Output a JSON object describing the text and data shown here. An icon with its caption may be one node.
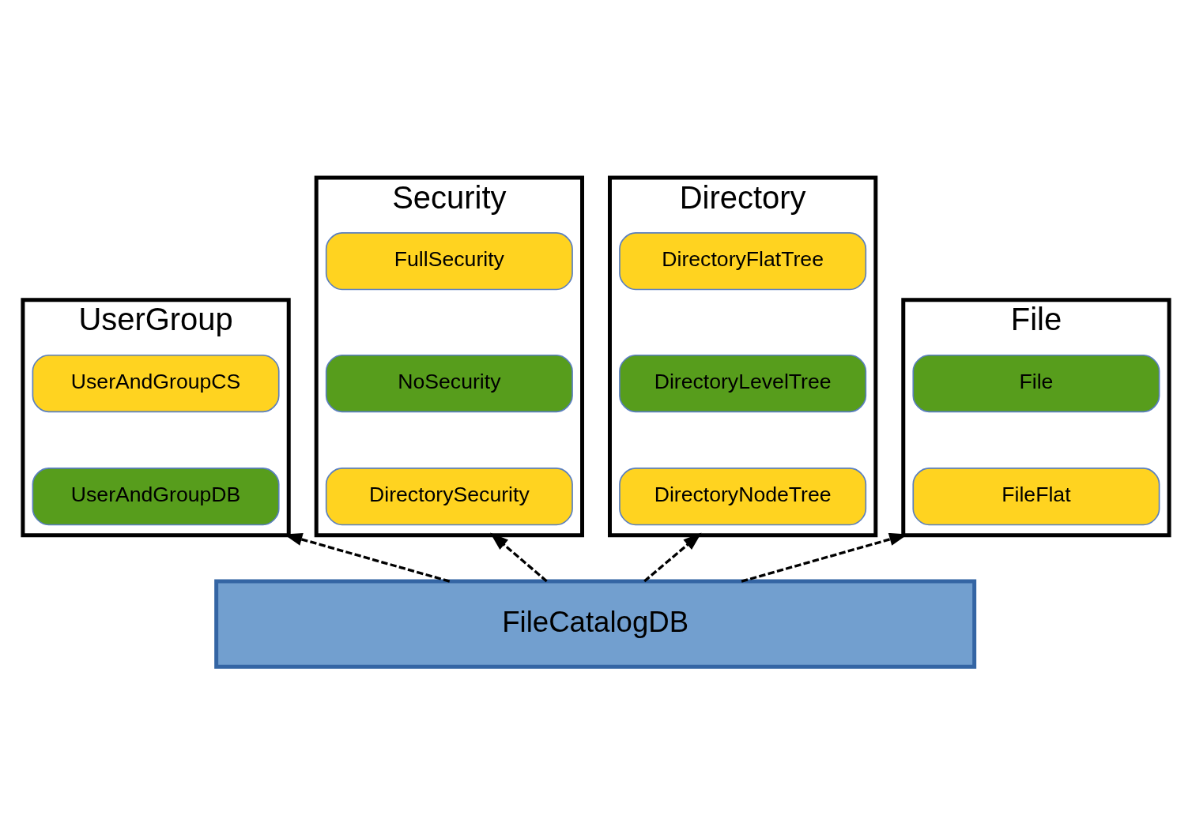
{
  "diagram": {
    "nodes": [
      {
        "text": [
          "UserGroup"
        ]
      },
      {
        "text": [
          "UserAndGroupCS"
        ],
        "in": 0
      },
      {
        "text": [
          "UserAndGroupDB"
        ],
        "in": 0
      },
      {
        "text": [
          "Security"
        ]
      },
      {
        "text": [
          "FullSecurity"
        ],
        "in": 3
      },
      {
        "text": [
          "NoSecurity"
        ],
        "in": 3
      },
      {
        "text": [
          "DirectorySecurity"
        ],
        "in": 3
      },
      {
        "text": [
          "Directory"
        ]
      },
      {
        "text": [
          "DirectoryFlatTree"
        ],
        "in": 7
      },
      {
        "text": [
          "DirectoryLevelTree"
        ],
        "in": 7
      },
      {
        "text": [
          "DirectoryNodeTree"
        ],
        "in": 7
      },
      {
        "text": [
          "File"
        ]
      },
      {
        "text": [
          "File"
        ],
        "in": 11
      },
      {
        "text": [
          "FileFlat"
        ],
        "in": 11
      },
      {
        "text": [
          "FileCatalogDB"
        ]
      }
    ],
    "edges": [
      {
        "from": 14,
        "to": 0,
        "arrow": "to",
        "style": "dashed"
      },
      {
        "from": 14,
        "to": 3,
        "arrow": "to",
        "style": "dashed"
      },
      {
        "from": 14,
        "to": 7,
        "arrow": "to",
        "style": "dashed"
      },
      {
        "from": 14,
        "to": 11,
        "arrow": "to",
        "style": "dashed"
      }
    ]
  }
}
